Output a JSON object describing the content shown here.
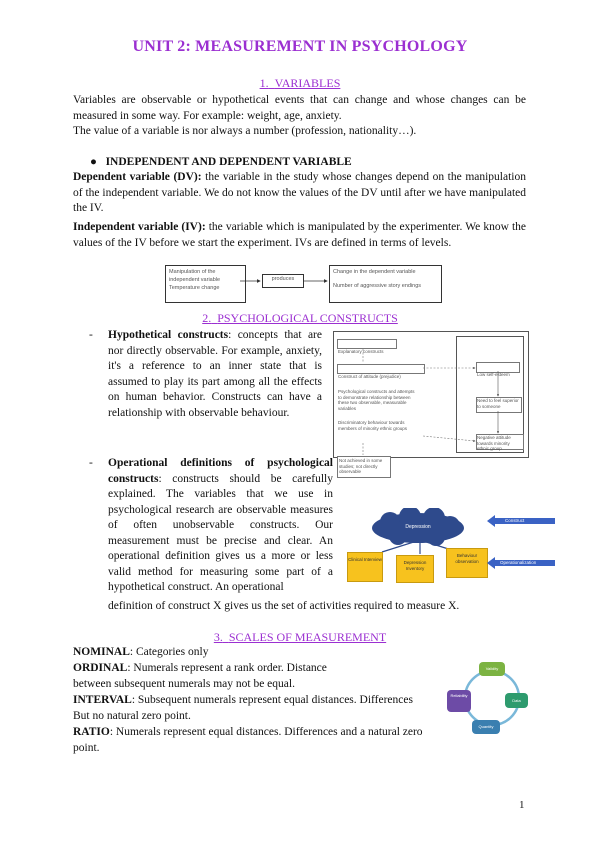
{
  "title": "UNIT 2: MEASUREMENT IN PSYCHOLOGY",
  "sections": {
    "s1": {
      "num": "1.",
      "title": "VARIABLES"
    },
    "s2": {
      "num": "2.",
      "title": "PSYCHOLOGICAL CONSTRUCTS"
    },
    "s3": {
      "num": "3.",
      "title": "SCALES OF MEASUREMENT"
    }
  },
  "variables": {
    "p1": "Variables are observable or hypothetical events that can change and whose changes can be measured in some way. For example: weight, age, anxiety.",
    "p2": "The value of a variable is nor always a number (profession, nationality…).",
    "bullet": "INDEPENDENT AND DEPENDENT VARIABLE",
    "dv_term": "Dependent variable (DV):",
    "dv_text": " the variable in the study whose changes depend on the manipulation of the independent variable. We do not know the values of the DV until after we have manipulated the IV.",
    "iv_term": "Independent variable (IV):",
    "iv_text": " the variable which is manipulated by the experimenter. We know the values of the IV before we start the experiment. IVs are defined in terms of levels."
  },
  "flow": {
    "box1_line1": "Manipulation of the",
    "box1_line2": "independent variable",
    "box1_line3": "Temperature change",
    "box2": "produces",
    "box3_line1": "Change in the dependent variable",
    "box3_line2": "Number of aggressive story endings"
  },
  "constructs": {
    "hc_term": "Hypothetical constructs",
    "hc_text": ": concepts that are nor directly observable. For example, anxiety, it's a reference to an inner state that is assumed to play its part among all the effects on human behavior. Constructs can have a relationship with observable behaviour.",
    "od_term": "Operational definitions of psychological constructs",
    "od_text": ": constructs should be carefully explained. The variables that we use in psychological research are observable measures of often unobservable constructs. Our measurement must be precise and clear. An operational definition gives us a more or less valid method for measuring some part of a hypothetical construct. An operational",
    "od_end": "definition of construct X gives us the set of activities required to measure X."
  },
  "diagram1": {
    "l1": "Explanatory constructs",
    "l2": "Construct of attitude (prejudice)",
    "l3": "Psychological constructs and attempts to demonstrate relationship between these two observable, measurable variables",
    "l4": "Discriminatory behaviour towards members of minority ethnic groups",
    "l5": "Not achieved in some studies; not directly observable",
    "r1": "Low self-esteem",
    "r2": "Need to feel superior to someone",
    "r3": "Negative attitude towards minority ethnic group"
  },
  "diagram2": {
    "cloud": "Depression",
    "y1": "Clinical Interview",
    "y2": "Depression Inventory",
    "y3": "Behaviour observation",
    "a1": "Construct",
    "a2": "Operationalization"
  },
  "scales": {
    "nominal_term": "NOMINAL",
    "nominal_text": ": Categories only",
    "ordinal_term": "ORDINAL",
    "ordinal_text": ": Numerals represent a rank order. Distance between subsequent numerals may not be equal.",
    "interval_term": "INTERVAL",
    "interval_text": ": Subsequent numerals represent equal distances. Differences But no natural zero point.",
    "ratio_term": "RATIO",
    "ratio_text": ": Numerals represent equal distances. Differences and a natural zero point."
  },
  "cycle": {
    "top": "Validity",
    "left": "Reliability",
    "right": "Data",
    "bottom": "Quantity",
    "colors": [
      "#7cb342",
      "#6d4ba6",
      "#2e9b6e",
      "#3a7fb0"
    ]
  },
  "page_number": "1"
}
